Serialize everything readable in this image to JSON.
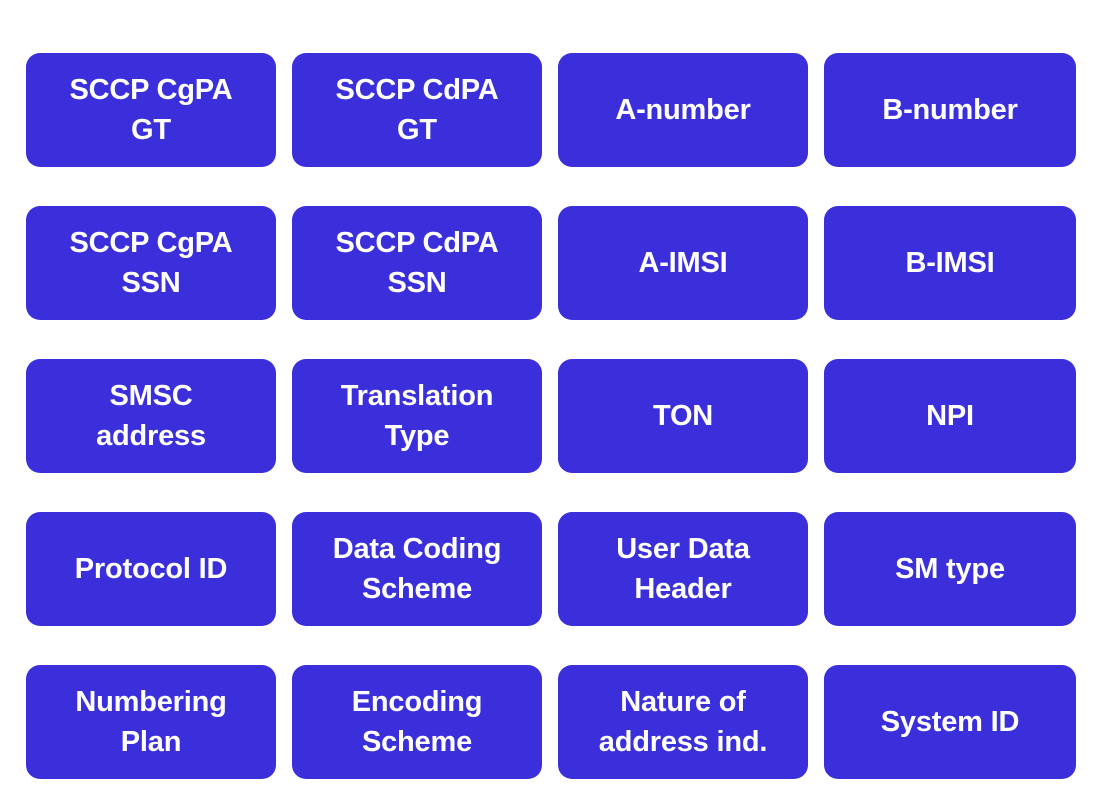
{
  "diagram": {
    "type": "card-grid",
    "columns": 4,
    "rows": 5,
    "colors": {
      "card_background": "#3a2fdb",
      "card_text": "#ffffff",
      "page_background": "#ffffff"
    },
    "cards": [
      {
        "label": "SCCP CgPA\nGT"
      },
      {
        "label": "SCCP CdPA\nGT"
      },
      {
        "label": "A-number"
      },
      {
        "label": "B-number"
      },
      {
        "label": "SCCP CgPA\nSSN"
      },
      {
        "label": "SCCP CdPA\nSSN"
      },
      {
        "label": "A-IMSI"
      },
      {
        "label": "B-IMSI"
      },
      {
        "label": "SMSC\naddress"
      },
      {
        "label": "Translation\nType"
      },
      {
        "label": "TON"
      },
      {
        "label": "NPI"
      },
      {
        "label": "Protocol ID"
      },
      {
        "label": "Data Coding\nScheme"
      },
      {
        "label": "User Data\nHeader"
      },
      {
        "label": "SM type"
      },
      {
        "label": "Numbering\nPlan"
      },
      {
        "label": "Encoding\nScheme"
      },
      {
        "label": "Nature of\naddress ind."
      },
      {
        "label": "System ID"
      }
    ]
  }
}
